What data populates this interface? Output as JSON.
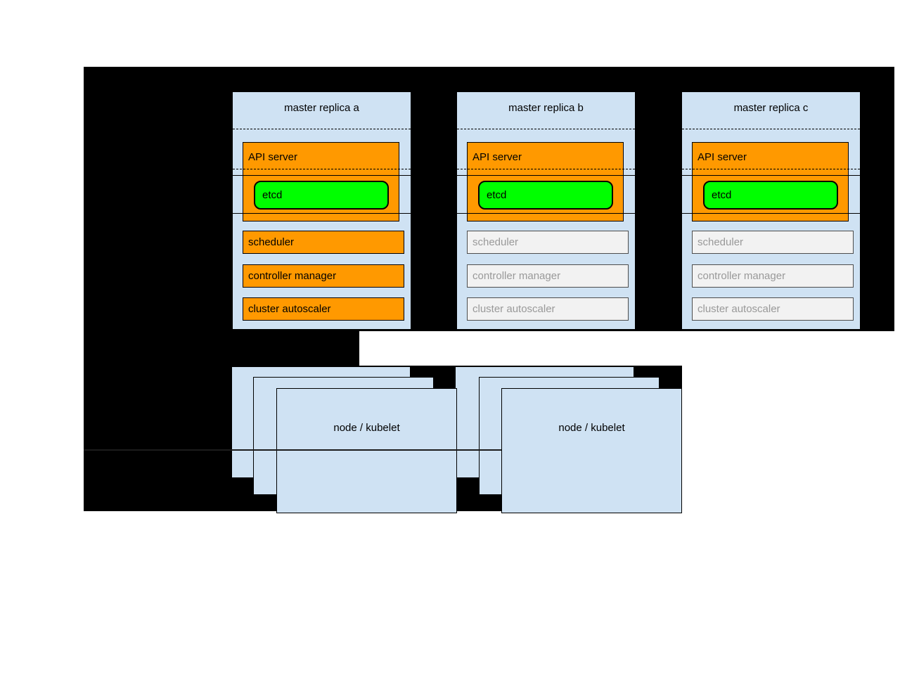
{
  "diagram": {
    "description_title": "",
    "colors": {
      "canvas_black": "#000000",
      "panel_blue": "#cfe2f3",
      "active_orange": "#ff9900",
      "etcd_green": "#00ff00",
      "standby_fill": "#f2f2f2",
      "standby_text": "#999999",
      "line_black": "#000000"
    },
    "masters": [
      {
        "title": "master replica a",
        "api_server_label": "API server",
        "etcd_label": "etcd",
        "components": [
          {
            "label": "scheduler",
            "state": "active"
          },
          {
            "label": "controller manager",
            "state": "active"
          },
          {
            "label": "cluster autoscaler",
            "state": "active"
          }
        ]
      },
      {
        "title": "master replica b",
        "api_server_label": "API server",
        "etcd_label": "etcd",
        "components": [
          {
            "label": "scheduler",
            "state": "standby"
          },
          {
            "label": "controller manager",
            "state": "standby"
          },
          {
            "label": "cluster autoscaler",
            "state": "standby"
          }
        ]
      },
      {
        "title": "master replica c",
        "api_server_label": "API server",
        "etcd_label": "etcd",
        "components": [
          {
            "label": "scheduler",
            "state": "standby"
          },
          {
            "label": "controller manager",
            "state": "standby"
          },
          {
            "label": "cluster autoscaler",
            "state": "standby"
          }
        ]
      }
    ],
    "node_stacks": [
      {
        "label": "node / kubelet",
        "card_count": 3
      },
      {
        "label": "node / kubelet",
        "card_count": 3
      }
    ]
  }
}
